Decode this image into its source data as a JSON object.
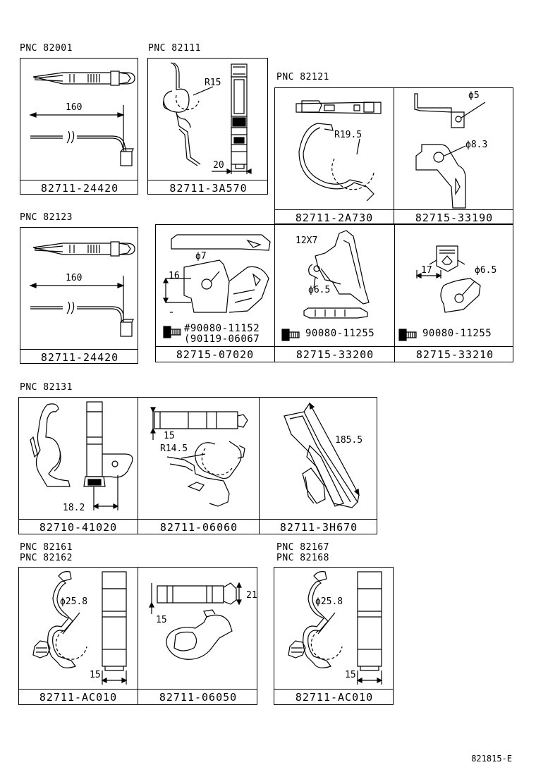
{
  "groups": {
    "g1": {
      "pnc": "PNC 82001",
      "part": "82711-24420",
      "dim_length": "160"
    },
    "g2": {
      "pnc": "PNC 82111",
      "part": "82711-3A570",
      "dim_radius": "R15",
      "dim_width": "20"
    },
    "g3": {
      "pnc": "PNC 82121",
      "part_a": "82711-2A730",
      "dim_radius": "R19.5",
      "part_b": "82715-33190",
      "dim_hole_a": "ϕ5",
      "dim_hole_b": "ϕ8.3"
    },
    "g4": {
      "pnc": "PNC 82123",
      "part": "82711-24420",
      "dim_length": "160"
    },
    "g5": {
      "part_a": "82715-07020",
      "dim_hole_a": "ϕ7",
      "dim_a": "16",
      "bolt_a1": "#90080-11152",
      "bolt_a2": "(90119-06067",
      "part_b": "82715-33200",
      "dim_b1": "12X7",
      "dim_b2": "ϕ6.5",
      "bolt_b": "90080-11255",
      "part_c": "82715-33210",
      "dim_c1": "17",
      "dim_c2": "ϕ6.5",
      "bolt_c": "90080-11255"
    },
    "g6": {
      "pnc": "PNC 82131",
      "part_a": "82710-41020",
      "dim_a": "18.2",
      "part_b": "82711-06060",
      "dim_b1": "15",
      "dim_b2": "R14.5",
      "part_c": "82711-3H670",
      "dim_c": "185.5"
    },
    "g7": {
      "pnc1": "PNC 82161",
      "pnc2": "PNC 82162",
      "part_a": "82711-AC010",
      "dim_a1": "ϕ25.8",
      "dim_a2": "15",
      "part_b": "82711-06050",
      "dim_b1": "21",
      "dim_b2": "15"
    },
    "g8": {
      "pnc1": "PNC 82167",
      "pnc2": "PNC 82168",
      "part": "82711-AC010",
      "dim_1": "ϕ25.8",
      "dim_2": "15"
    }
  },
  "doc_id": "821815-E"
}
